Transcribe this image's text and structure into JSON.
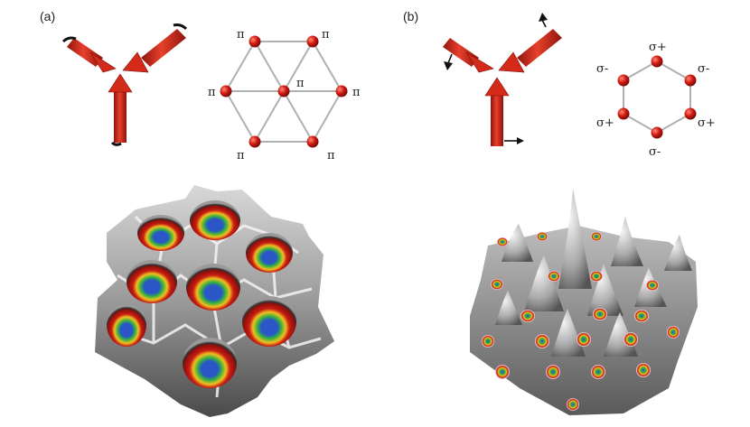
{
  "panels": [
    {
      "label": "(a)",
      "lattice": {
        "site_labels": [
          "π",
          "π",
          "π",
          "π",
          "π",
          "π",
          "π"
        ]
      }
    },
    {
      "label": "(b)",
      "lattice": {
        "site_labels": [
          "σ+",
          "σ-",
          "σ-",
          "σ+",
          "σ+",
          "σ-"
        ]
      }
    }
  ],
  "colors": {
    "beam": "#d42a1a",
    "site": "#d11a10",
    "bond": "#b0b0b0",
    "surface": "#8c8c8c",
    "well_outer": "#c81d14",
    "well_mid": "#f0c020",
    "well_green": "#30b040",
    "well_core": "#2a56c8"
  }
}
